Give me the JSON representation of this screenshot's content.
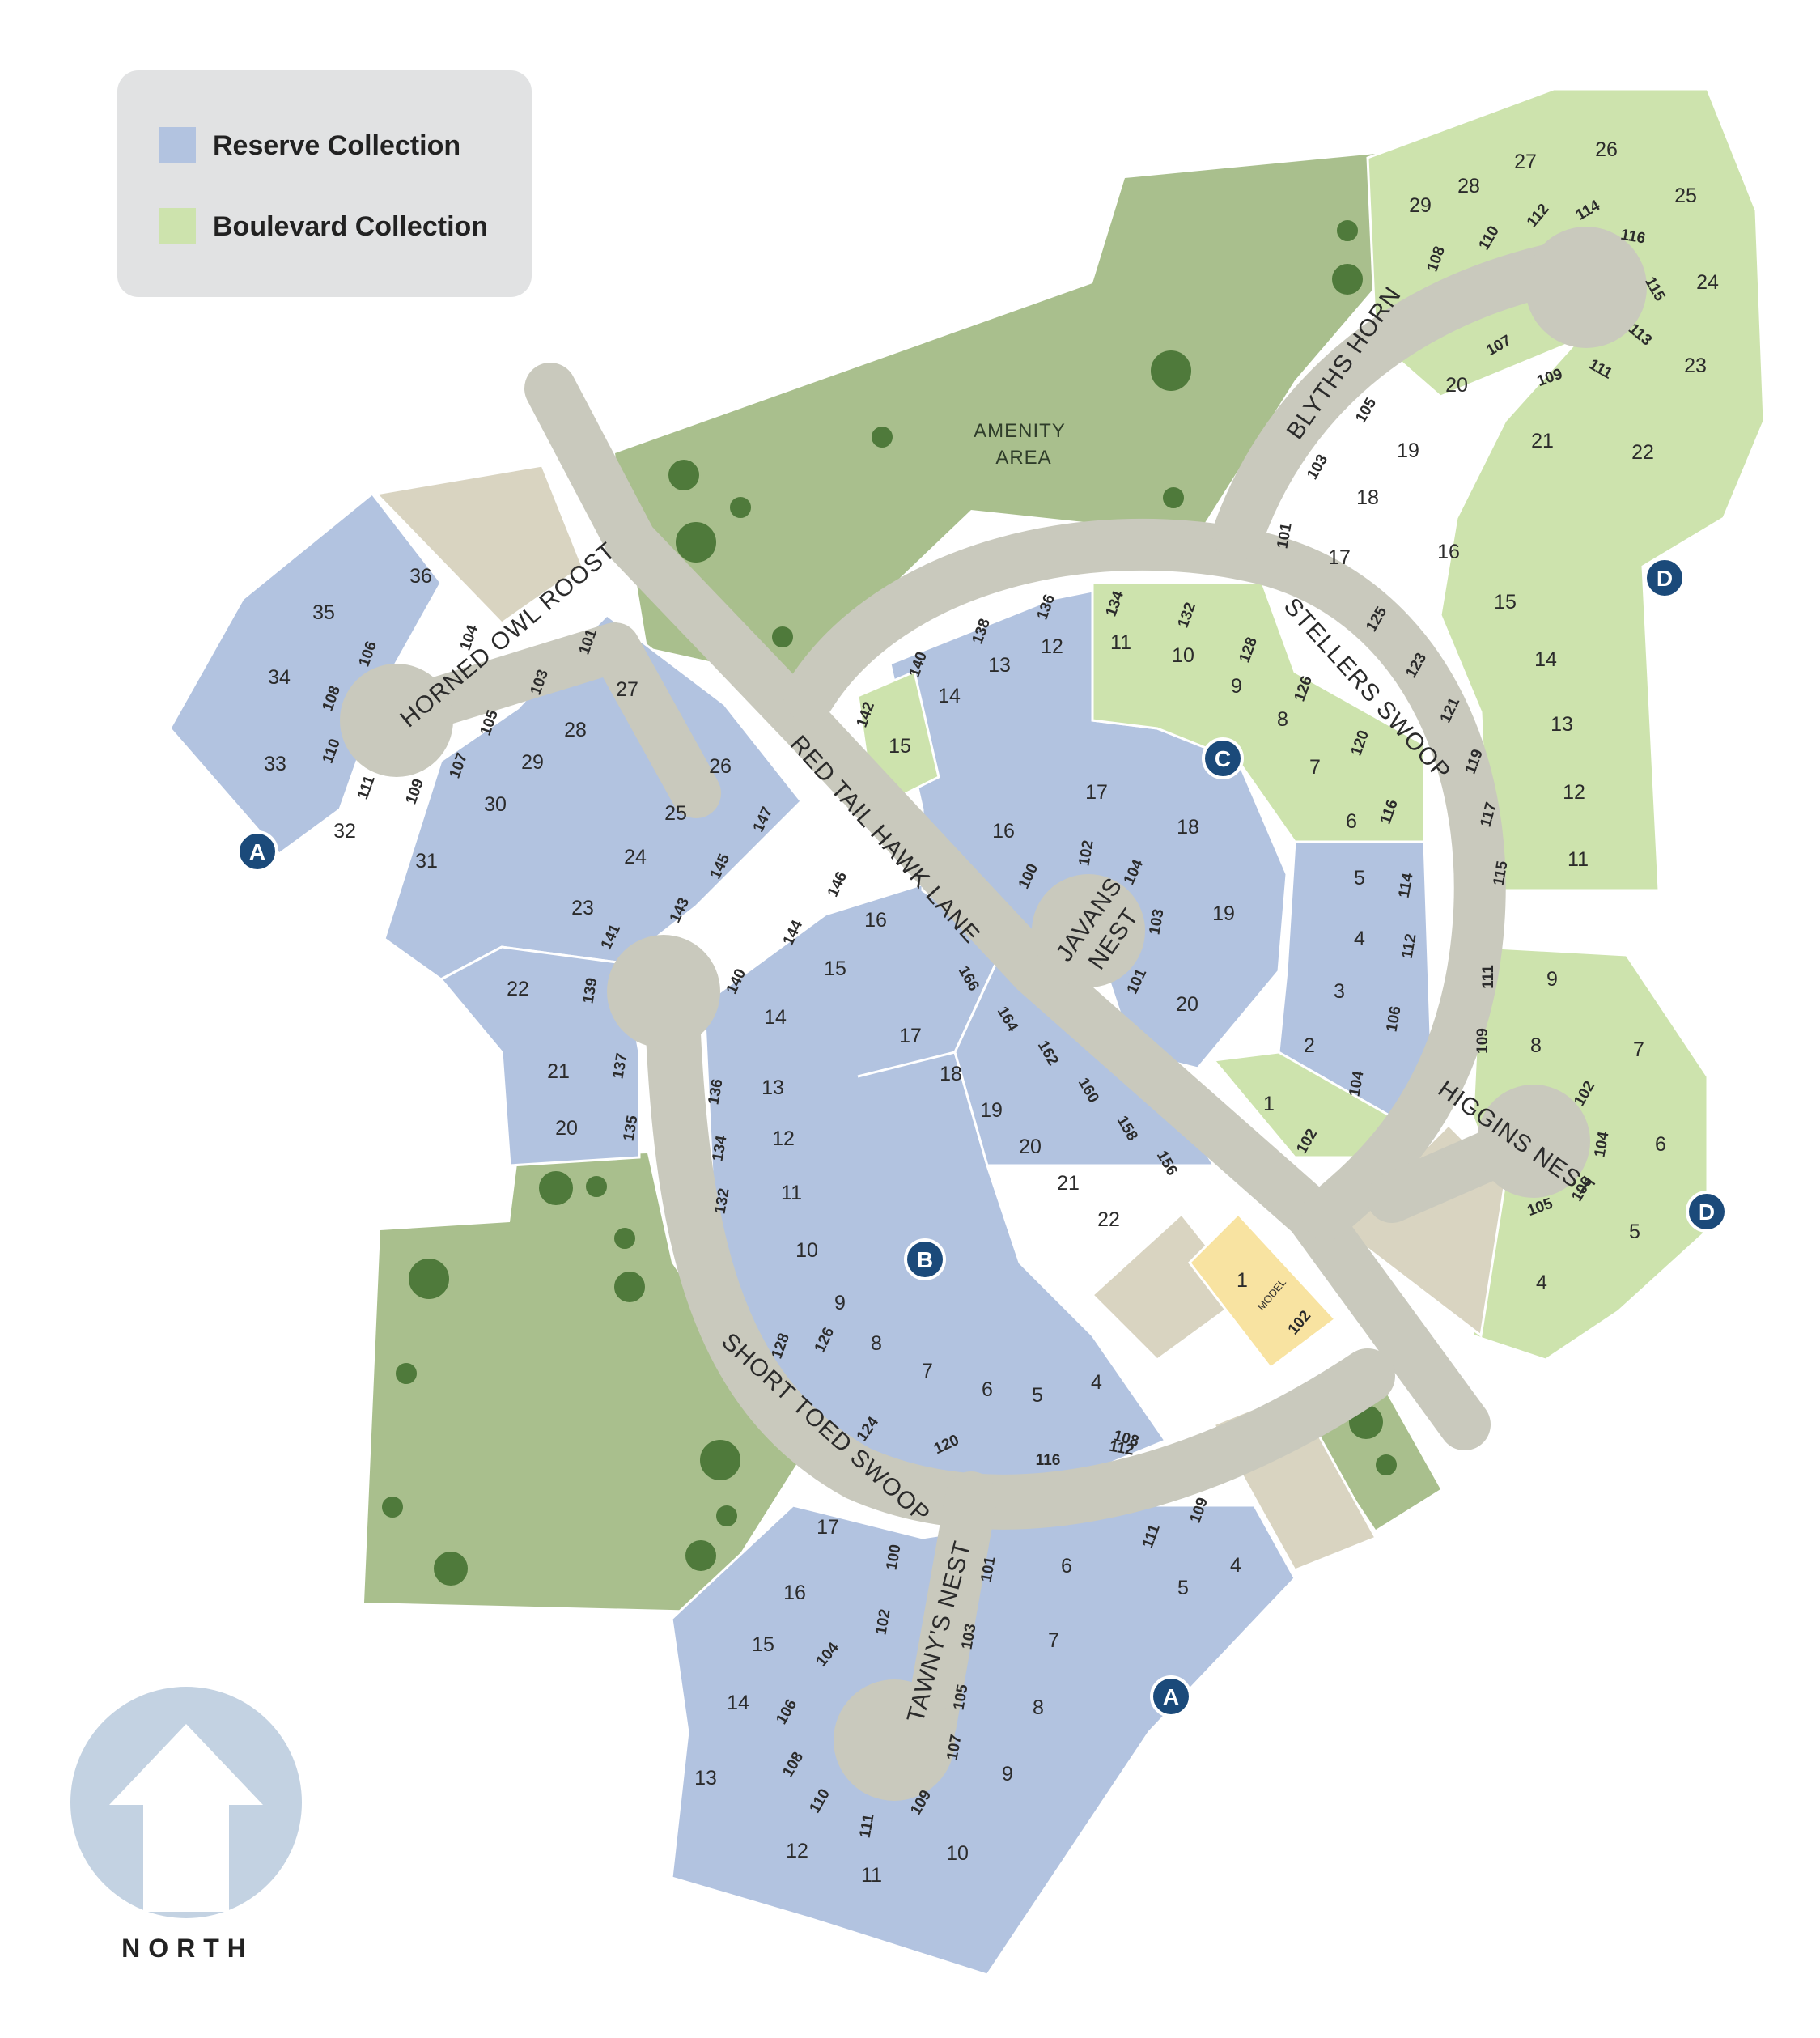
{
  "legend": {
    "items": [
      {
        "label": "Reserve Collection",
        "color": "#b2c3e0"
      },
      {
        "label": "Boulevard Collection",
        "color": "#cde3ad"
      }
    ]
  },
  "colors": {
    "reserve": "#b2c3e0",
    "boulevard": "#cde3ad",
    "road": "#c9c9bd",
    "open_lot": "#d9d4c1",
    "green_space": "#a9bf8d",
    "model": "#f8e3a1",
    "marker": "#1b4a7a",
    "north_arrow": "#c3d2e2"
  },
  "amenity": {
    "line1": "AMENITY",
    "line2": "AREA"
  },
  "streets": {
    "horned_owl_roost": "HORNED OWL ROOST",
    "red_tail_hawk_lane": "RED TAIL HAWK LANE",
    "javans_nest_1": "JAVANS",
    "javans_nest_2": "NEST",
    "stellers_swoop": "STELLERS SWOOP",
    "blyths_horn": "BLYTHS HORN",
    "higgins_nest": "HIGGINS NEST",
    "short_toed_swoop": "SHORT TOED SWOOP",
    "tawnys_nest": "TAWNY'S NEST"
  },
  "markers": {
    "a": "A",
    "b": "B",
    "c": "C",
    "d": "D"
  },
  "model": {
    "lot": "1",
    "label": "MODEL",
    "address": "102"
  },
  "north": {
    "label": "NORTH"
  },
  "lots": {
    "horned_owl": [
      {
        "lot": "36",
        "addr": "104"
      },
      {
        "lot": "35",
        "addr": "106"
      },
      {
        "lot": "34",
        "addr": "108"
      },
      {
        "lot": "33",
        "addr": "110"
      },
      {
        "lot": "32",
        "addr": "111"
      },
      {
        "lot": "31",
        "addr": "109"
      },
      {
        "lot": "30",
        "addr": "107"
      },
      {
        "lot": "29",
        "addr": "105"
      },
      {
        "lot": "28",
        "addr": "103"
      },
      {
        "lot": "27",
        "addr": "101"
      }
    ],
    "red_tail": [
      {
        "lot": "26",
        "addr": "147"
      },
      {
        "lot": "25",
        "addr": "145"
      },
      {
        "lot": "24",
        "addr": "143"
      },
      {
        "lot": "23",
        "addr": "141"
      },
      {
        "lot": "22",
        "addr": "139"
      },
      {
        "lot": "21",
        "addr": "137"
      },
      {
        "lot": "20",
        "addr": "135"
      }
    ],
    "short_toed_inner": [
      {
        "lot": "16",
        "addr": "146"
      },
      {
        "lot": "15",
        "addr": "144"
      },
      {
        "lot": "14",
        "addr": "140"
      },
      {
        "lot": "13",
        "addr": "136"
      },
      {
        "lot": "12",
        "addr": "134"
      },
      {
        "lot": "11",
        "addr": "132"
      },
      {
        "lot": "10",
        "addr": ""
      },
      {
        "lot": "9",
        "addr": "128"
      },
      {
        "lot": "8",
        "addr": "126"
      },
      {
        "lot": "7",
        "addr": "124"
      },
      {
        "lot": "6",
        "addr": "120"
      },
      {
        "lot": "5",
        "addr": "116"
      },
      {
        "lot": "4",
        "addr": "112"
      },
      {
        "lot": "",
        "addr": "108"
      }
    ],
    "center_block": [
      {
        "lot": "17",
        "addr": "166"
      },
      {
        "lot": "18",
        "addr": "164"
      },
      {
        "lot": "19",
        "addr": "162"
      },
      {
        "lot": "20",
        "addr": "160"
      },
      {
        "lot": "21",
        "addr": "158"
      },
      {
        "lot": "22",
        "addr": "156"
      }
    ],
    "javans": [
      {
        "lot": "14",
        "addr": "140"
      },
      {
        "lot": "13",
        "addr": "138"
      },
      {
        "lot": "12",
        "addr": "136"
      },
      {
        "lot": "16",
        "addr": "100"
      },
      {
        "lot": "17",
        "addr": "102"
      },
      {
        "lot": "18",
        "addr": "104"
      },
      {
        "lot": "19",
        "addr": "103"
      },
      {
        "lot": "20",
        "addr": "101"
      }
    ],
    "stellers": [
      {
        "lot": "15",
        "addr": "142"
      },
      {
        "lot": "11",
        "addr": "134"
      },
      {
        "lot": "10",
        "addr": "132"
      },
      {
        "lot": "9",
        "addr": "128"
      },
      {
        "lot": "8",
        "addr": "126"
      },
      {
        "lot": "7",
        "addr": "120"
      },
      {
        "lot": "6",
        "addr": "116"
      },
      {
        "lot": "5",
        "addr": "114"
      },
      {
        "lot": "4",
        "addr": "112"
      },
      {
        "lot": "3",
        "addr": "106"
      },
      {
        "lot": "2",
        "addr": "104"
      },
      {
        "lot": "1",
        "addr": "102"
      }
    ],
    "stellers_outer": [
      {
        "lot": "17",
        "addr": "101"
      },
      {
        "lot": "16",
        "addr": "125"
      },
      {
        "lot": "15",
        "addr": "123"
      },
      {
        "lot": "14",
        "addr": "121"
      },
      {
        "lot": "13",
        "addr": "119"
      },
      {
        "lot": "12",
        "addr": "117"
      },
      {
        "lot": "11",
        "addr": "115"
      }
    ],
    "blyths": [
      {
        "lot": "29",
        "addr": "108"
      },
      {
        "lot": "28",
        "addr": "110"
      },
      {
        "lot": "27",
        "addr": "112"
      },
      {
        "lot": "26",
        "addr": "114"
      },
      {
        "lot": "25",
        "addr": "116"
      },
      {
        "lot": "24",
        "addr": "115"
      },
      {
        "lot": "23",
        "addr": "113"
      },
      {
        "lot": "22",
        "addr": "111"
      },
      {
        "lot": "21",
        "addr": "109"
      },
      {
        "lot": "20",
        "addr": "107"
      },
      {
        "lot": "19",
        "addr": "105"
      },
      {
        "lot": "18",
        "addr": "103"
      }
    ],
    "higgins": [
      {
        "lot": "9",
        "addr": "111"
      },
      {
        "lot": "8",
        "addr": "109"
      },
      {
        "lot": "7",
        "addr": "102"
      },
      {
        "lot": "6",
        "addr": "104"
      },
      {
        "lot": "5",
        "addr": "106"
      },
      {
        "lot": "4",
        "addr": "105"
      }
    ],
    "tawnys": [
      {
        "lot": "17",
        "addr": "100"
      },
      {
        "lot": "16",
        "addr": "102"
      },
      {
        "lot": "15",
        "addr": "104"
      },
      {
        "lot": "14",
        "addr": "106"
      },
      {
        "lot": "13",
        "addr": "108"
      },
      {
        "lot": "12",
        "addr": "110"
      },
      {
        "lot": "11",
        "addr": "111"
      },
      {
        "lot": "10",
        "addr": "109"
      },
      {
        "lot": "9",
        "addr": "107"
      },
      {
        "lot": "8",
        "addr": "105"
      },
      {
        "lot": "7",
        "addr": "103"
      },
      {
        "lot": "6",
        "addr": "101"
      },
      {
        "lot": "5",
        "addr": "111"
      },
      {
        "lot": "4",
        "addr": "109"
      }
    ]
  }
}
